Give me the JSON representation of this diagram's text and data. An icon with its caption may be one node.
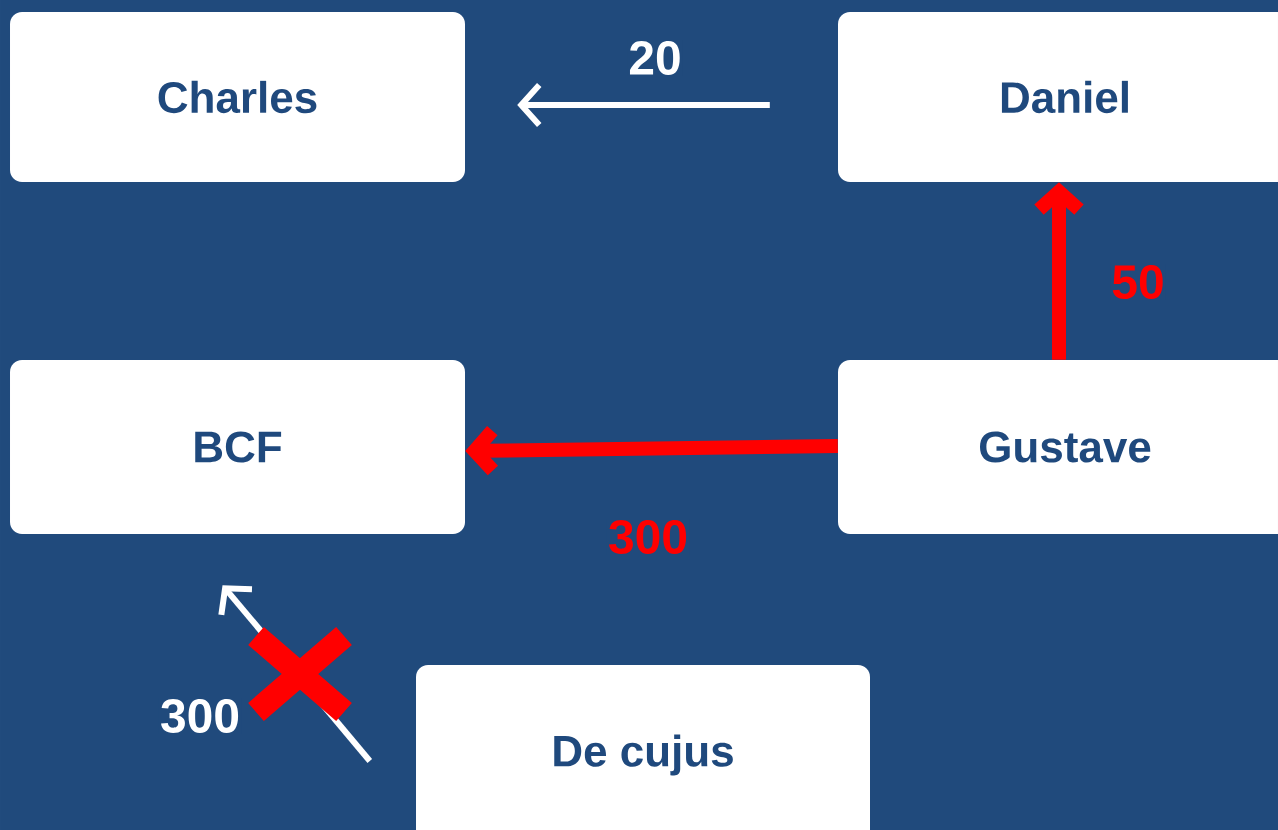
{
  "diagram": {
    "nodes": [
      {
        "text": [
          "Charles"
        ]
      },
      {
        "text": [
          "Daniel"
        ]
      },
      {
        "text": [
          "BCF"
        ]
      },
      {
        "text": [
          "Gustave"
        ]
      },
      {
        "text": [
          "De cujus"
        ]
      }
    ],
    "edges": [
      {
        "from": 1,
        "to": 0,
        "arrow": "to",
        "label": "20"
      },
      {
        "from": 3,
        "to": 1,
        "arrow": "to",
        "label": "50",
        "style": "thick",
        "color": "#ff0000"
      },
      {
        "from": 3,
        "to": 2,
        "arrow": "to",
        "label": "300",
        "style": "thick",
        "color": "#ff0000"
      },
      {
        "from": 4,
        "to": 2,
        "arrow": "to",
        "label": "300"
      }
    ]
  }
}
